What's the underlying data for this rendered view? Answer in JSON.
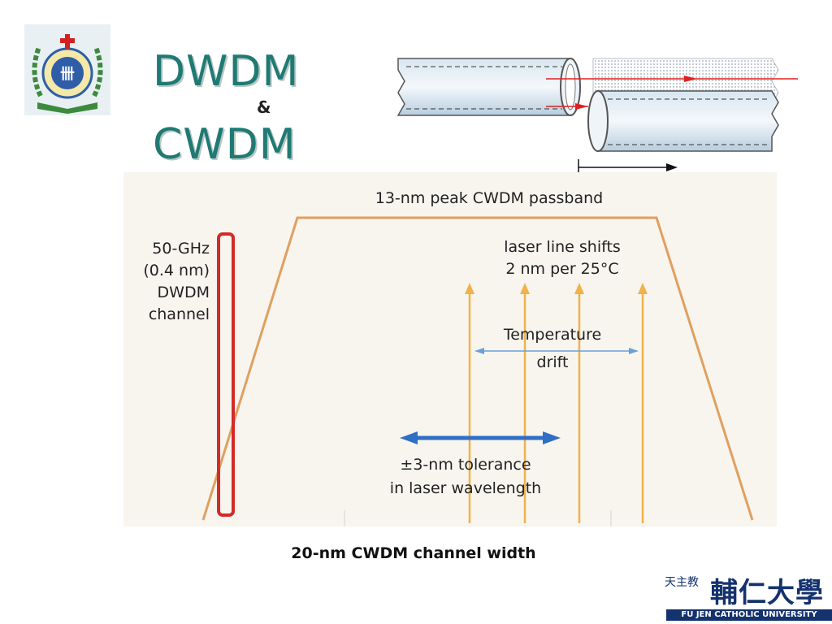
{
  "slide": {
    "title_line1": "DWDM",
    "title_amp": "&",
    "title_line2": "CWDM"
  },
  "diagram": {
    "passband_label": "13-nm peak CWDM passband",
    "dwdm_label_lines": [
      "50-GHz",
      "(0.4 nm)",
      "DWDM",
      "channel"
    ],
    "shift_label_lines": [
      "laser line shifts",
      "2 nm per 25°C"
    ],
    "drift_label_lines": [
      "Temperature",
      "drift"
    ],
    "tolerance_label_lines": [
      "±3-nm tolerance",
      "in laser wavelength"
    ],
    "channel_width_label": "20-nm CWDM channel width",
    "colors": {
      "passband": "#e0a060",
      "dwdm_channel": "#d42a2a",
      "laser_lines": "#f0b24a",
      "drift_arrow": "#6a9fd8",
      "tolerance_arrow": "#2f6fc4",
      "fiber_beam": "#e02020"
    }
  },
  "footer": {
    "logo_mark": "天主教",
    "logo_chinese": "輔仁大學",
    "logo_english": "FU JEN CATHOLIC UNIVERSITY"
  }
}
